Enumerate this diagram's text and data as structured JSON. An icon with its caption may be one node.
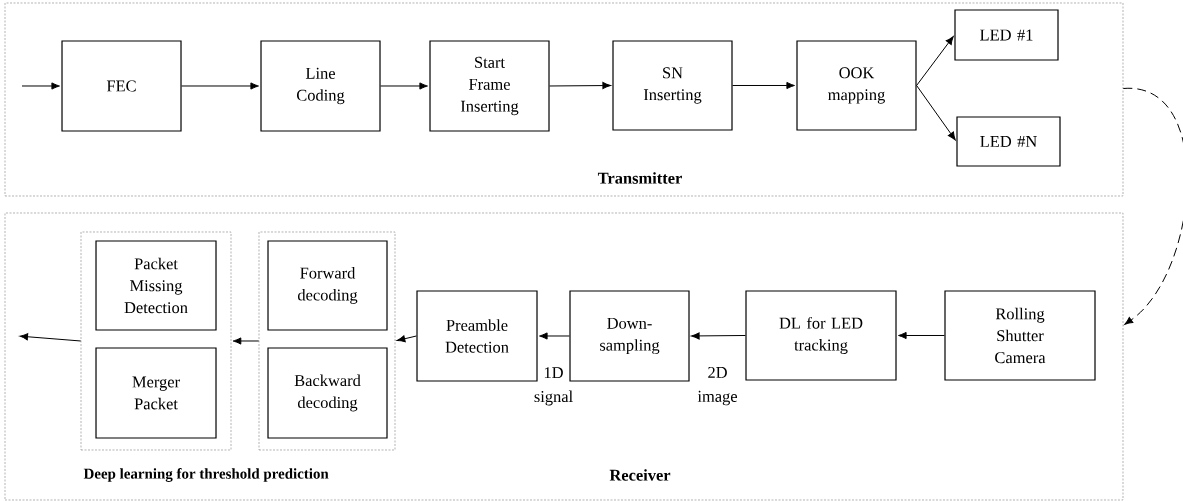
{
  "diagram": {
    "nodes": [
      {
        "text": [
          "Transmitter"
        ]
      },
      {
        "text": [
          "FEC"
        ],
        "in": 0
      },
      {
        "text": [
          "Line Coding"
        ],
        "in": 0
      },
      {
        "text": [
          "Start Frame Inserting"
        ],
        "in": 0
      },
      {
        "text": [
          "SN Inserting"
        ],
        "in": 0
      },
      {
        "text": [
          "OOK mapping"
        ],
        "in": 0
      },
      {
        "text": [
          "LED #1"
        ],
        "in": 0
      },
      {
        "text": [
          "LED #N"
        ],
        "in": 0
      },
      {
        "text": [
          "Receiver"
        ]
      },
      {
        "text": [],
        "shape": "box",
        "in": 8
      },
      {
        "text": [
          "Packet Missing Detection"
        ],
        "in": 9
      },
      {
        "text": [
          "Merger Packet"
        ],
        "in": 9
      },
      {
        "text": [],
        "shape": "box",
        "in": 8
      },
      {
        "text": [
          "Forward decoding"
        ],
        "in": 12
      },
      {
        "text": [
          "Backward decoding"
        ],
        "in": 12
      },
      {
        "text": [
          "Preamble Detection"
        ],
        "in": 8
      },
      {
        "text": [
          "Down-sampling"
        ],
        "in": 8
      },
      {
        "text": [
          "DL for LED tracking"
        ],
        "in": 8
      },
      {
        "text": [
          "Rolling Shutter Camera"
        ],
        "in": 8
      }
    ],
    "edges": [
      {
        "from": null,
        "to": 1,
        "arrow": "to"
      },
      {
        "from": 1,
        "to": 2,
        "arrow": "to"
      },
      {
        "from": 2,
        "to": 3,
        "arrow": "to"
      },
      {
        "from": 3,
        "to": 4,
        "arrow": "to"
      },
      {
        "from": 4,
        "to": 5,
        "arrow": "to"
      },
      {
        "from": 5,
        "to": 6,
        "arrow": "to"
      },
      {
        "from": 5,
        "to": 7,
        "arrow": "to"
      },
      {
        "from": 0,
        "to": 8,
        "arrow": "to",
        "style": "dashed"
      },
      {
        "from": 18,
        "to": 17,
        "arrow": "to"
      },
      {
        "from": 17,
        "to": 16,
        "arrow": "to",
        "label": "2D image"
      },
      {
        "from": 16,
        "to": 15,
        "arrow": "to",
        "label": "1D signal"
      },
      {
        "from": 15,
        "to": 12,
        "arrow": "to"
      },
      {
        "from": 12,
        "to": 9,
        "arrow": "to"
      },
      {
        "from": 9,
        "to": null,
        "arrow": "to"
      }
    ],
    "labels": [
      "Deep learning for threshold prediction"
    ]
  }
}
